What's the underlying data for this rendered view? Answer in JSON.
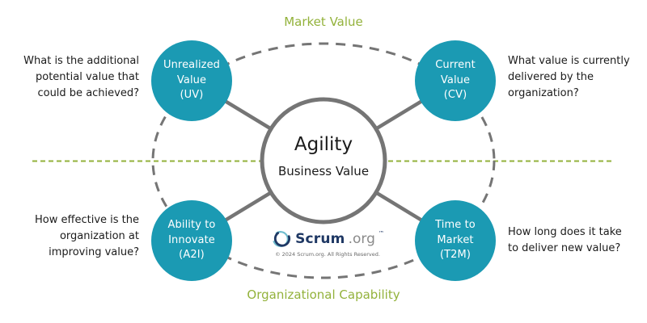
{
  "labels": {
    "top": "Market Value",
    "bottom": "Organizational Capability"
  },
  "center": {
    "title": "Agility",
    "subtitle": "Business Value"
  },
  "nodes": [
    {
      "id": "uv",
      "lines": [
        "Unrealized",
        "Value",
        "(UV)"
      ]
    },
    {
      "id": "cv",
      "lines": [
        "Current",
        "Value",
        "(CV)"
      ]
    },
    {
      "id": "a2i",
      "lines": [
        "Ability to",
        "Innovate",
        "(A2I)"
      ]
    },
    {
      "id": "t2m",
      "lines": [
        "Time to",
        "Market",
        "(T2M)"
      ]
    }
  ],
  "annotations": {
    "uv": [
      "What is the additional",
      "potential value that",
      "could be achieved?"
    ],
    "cv": [
      "What value is currently",
      "delivered by the",
      "organization?"
    ],
    "a2i": [
      "How effective is the",
      "organization at",
      "improving value?"
    ],
    "t2m": [
      "How long does it take",
      "to deliver new value?"
    ]
  },
  "logo": {
    "brand": "Scrum",
    "suffix": ".org",
    "tm": "™",
    "copyright": "© 2024 Scrum.org. All Rights Reserved."
  },
  "colors": {
    "teal": "#1B9AB3",
    "green": "#93B23B",
    "gray": "#757575",
    "navy": "#1F3864",
    "logo-gray": "#8a8a8a",
    "text": "#1b1b1b"
  }
}
